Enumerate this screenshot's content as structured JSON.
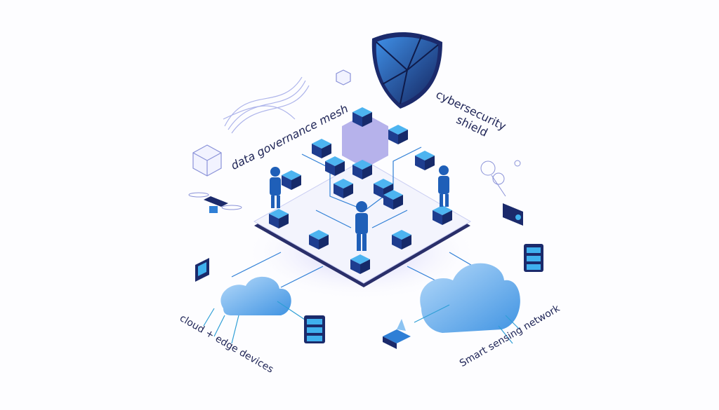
{
  "labels": {
    "data_governance": "data governance mesh",
    "cybersecurity": "cybersecurity",
    "shield": "shield",
    "cloud_edge": "cloud + edge devices",
    "smart_sensing": "Smart sensing network"
  },
  "colors": {
    "navy": "#1b2a6b",
    "blue": "#2f7fd6",
    "cyan": "#3fb0ee",
    "cloud": "#8cc3f2",
    "platform": "#eef0fb",
    "text": "#1e2456"
  }
}
